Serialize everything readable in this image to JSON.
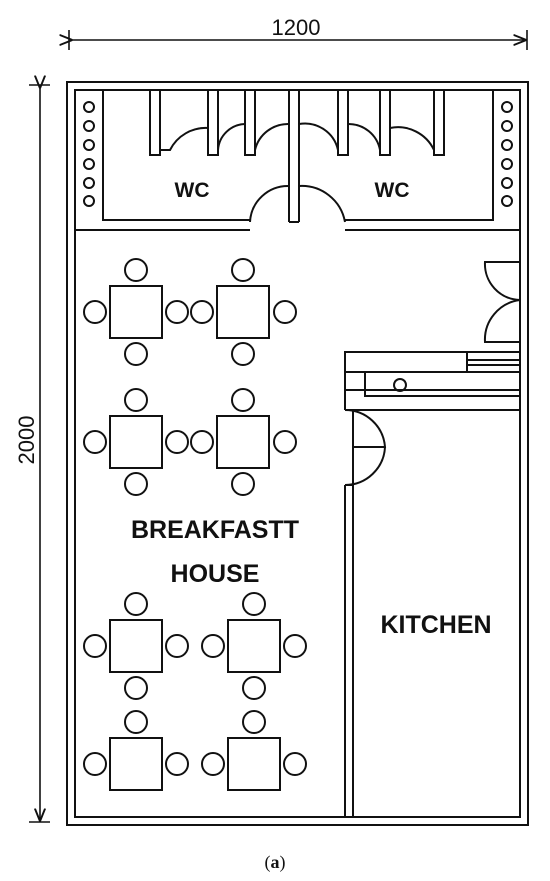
{
  "dimensions": {
    "width": "1200",
    "height": "2000"
  },
  "rooms": {
    "wc_left": "WC",
    "wc_right": "WC",
    "breakfast_line1": "BREAKFASTT",
    "breakfast_line2": "HOUSE",
    "kitchen": "KITCHEN"
  },
  "caption": {
    "open": "(",
    "letter": "a",
    "close": ")"
  },
  "colors": {
    "line": "#111111",
    "background": "#ffffff"
  }
}
